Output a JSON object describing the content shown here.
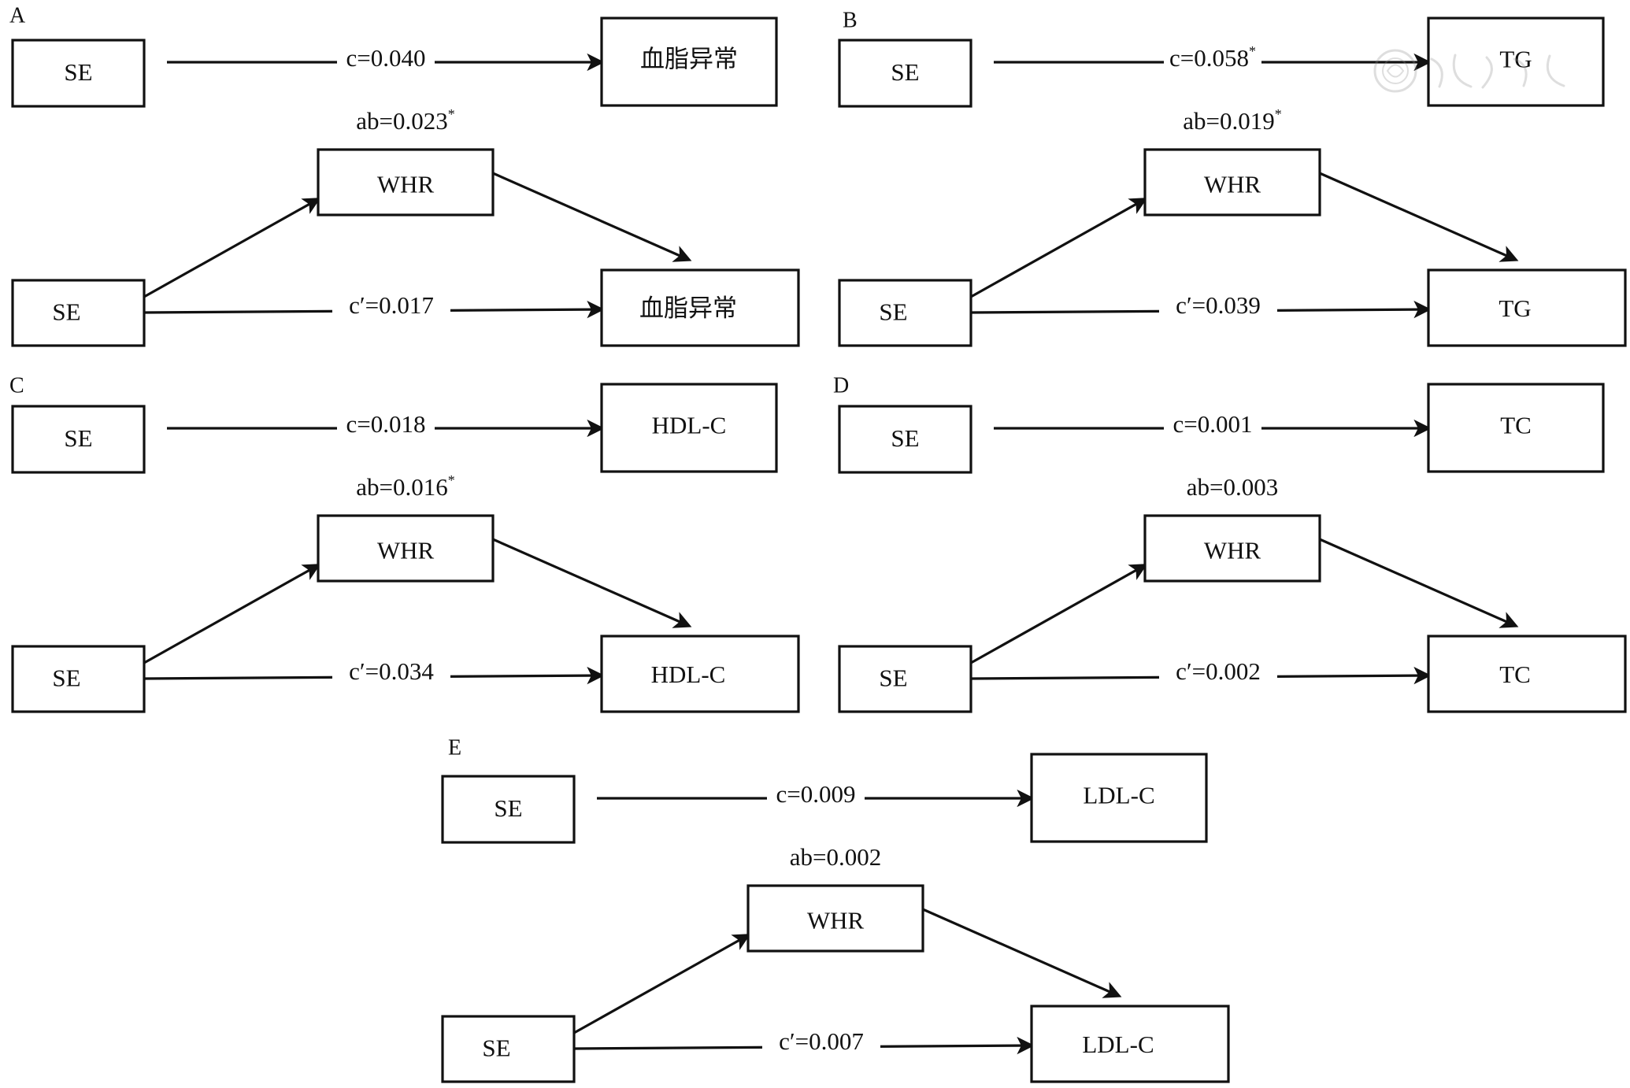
{
  "panels": [
    {
      "letter": "A",
      "total": {
        "source": "SE",
        "target": "血脂异常",
        "label": "c=0.040",
        "sig": ""
      },
      "mediation": {
        "source": "SE",
        "mediator": "WHR",
        "target": "血脂异常",
        "indirect": {
          "label": "ab=0.023",
          "sig": "*"
        },
        "direct": {
          "label": "c′=0.017",
          "sig": ""
        }
      }
    },
    {
      "letter": "B",
      "total": {
        "source": "SE",
        "target": "TG",
        "label": "c=0.058",
        "sig": "*"
      },
      "mediation": {
        "source": "SE",
        "mediator": "WHR",
        "target": "TG",
        "indirect": {
          "label": "ab=0.019",
          "sig": "*"
        },
        "direct": {
          "label": "c′=0.039",
          "sig": ""
        }
      }
    },
    {
      "letter": "C",
      "total": {
        "source": "SE",
        "target": "HDL-C",
        "label": "c=0.018",
        "sig": ""
      },
      "mediation": {
        "source": "SE",
        "mediator": "WHR",
        "target": "HDL-C",
        "indirect": {
          "label": "ab=0.016",
          "sig": "*"
        },
        "direct": {
          "label": "c′=0.034",
          "sig": ""
        }
      }
    },
    {
      "letter": "D",
      "total": {
        "source": "SE",
        "target": "TC",
        "label": "c=0.001",
        "sig": ""
      },
      "mediation": {
        "source": "SE",
        "mediator": "WHR",
        "target": "TC",
        "indirect": {
          "label": "ab=0.003",
          "sig": ""
        },
        "direct": {
          "label": "c′=0.002",
          "sig": ""
        }
      }
    },
    {
      "letter": "E",
      "total": {
        "source": "SE",
        "target": "LDL-C",
        "label": "c=0.009",
        "sig": ""
      },
      "mediation": {
        "source": "SE",
        "mediator": "WHR",
        "target": "LDL-C",
        "indirect": {
          "label": "ab=0.002",
          "sig": ""
        },
        "direct": {
          "label": "c′=0.007",
          "sig": ""
        }
      }
    }
  ],
  "watermark": {
    "icon": "society-seal-icon"
  },
  "colors": {
    "ink": "#111111",
    "background": "#ffffff"
  }
}
